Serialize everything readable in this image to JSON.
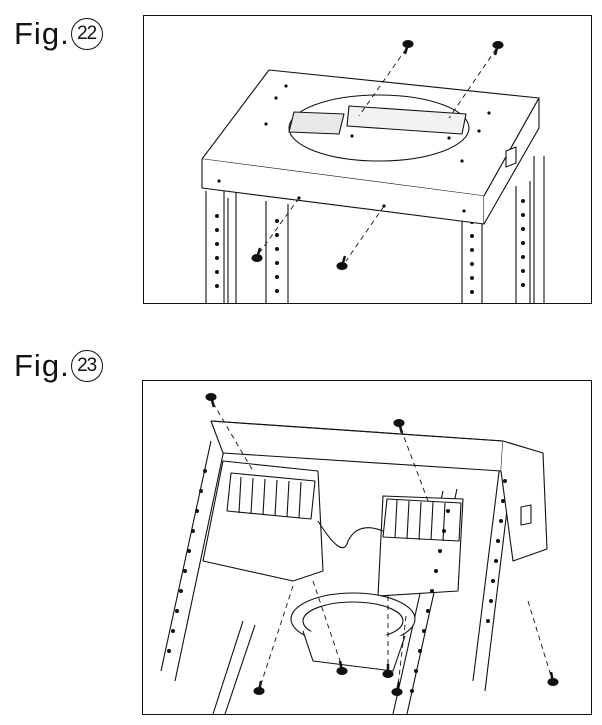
{
  "figures": [
    {
      "prefix": "Fig.",
      "number": "22"
    },
    {
      "prefix": "Fig.",
      "number": "23"
    }
  ]
}
